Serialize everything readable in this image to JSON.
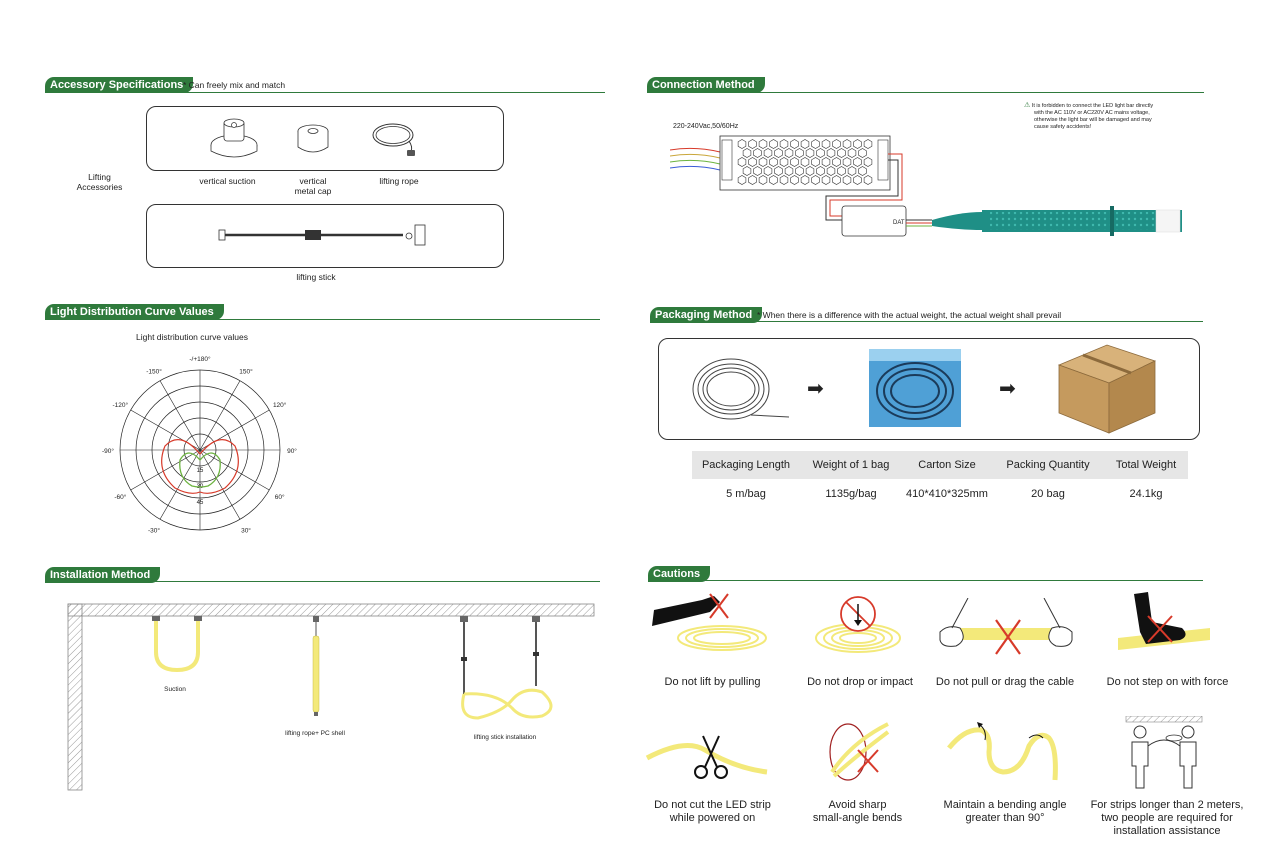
{
  "accessory": {
    "title": "Accessory Specifications",
    "note": "* Can freely mix and match",
    "group_label_line1": "Lifting",
    "group_label_line2": "Accessories",
    "item1": "vertical suction",
    "item2_line1": "vertical",
    "item2_line2": "metal cap",
    "item3": "lifting rope",
    "stick": "lifting stick"
  },
  "light": {
    "title": "Light Distribution Curve Values",
    "chart_title": "Light distribution curve values"
  },
  "chart_data": {
    "type": "polar",
    "title": "Light distribution curve values",
    "angle_labels": [
      "-/+180°",
      "150°",
      "120°",
      "90°",
      "60°",
      "30°",
      "-30°",
      "-60°",
      "-90°",
      "-120°",
      "-150°"
    ],
    "radial_labels": [
      "15",
      "30",
      "45"
    ],
    "series": [
      {
        "color": "#d73a2a",
        "shape": "lobed curve around lower hemisphere"
      },
      {
        "color": "#6cb33f",
        "shape": "small lobed curve near center"
      }
    ]
  },
  "installation": {
    "title": "Installation Method",
    "suction": "Suction",
    "rope": "lifting rope+ PC shell",
    "stick": "lifting stick installation"
  },
  "connection": {
    "title": "Connection Method",
    "warning_line1": "It is forbidden to connect the LED light bar directly",
    "warning_line2": "with the AC 110V or AC220V AC mains voltage,",
    "warning_line3": "otherwise the light bar will be damaged and may",
    "warning_line4": "cause safety accidents!",
    "input": "220-240Vac,50/60Hz",
    "dat": "DAT"
  },
  "packaging": {
    "title": "Packaging Method",
    "note": "* When there is a difference with the actual weight, the actual weight shall prevail",
    "headers": [
      "Packaging Length",
      "Weight of 1 bag",
      "Carton Size",
      "Packing Quantity",
      "Total Weight"
    ],
    "values": [
      "5 m/bag",
      "1135g/bag",
      "410*410*325mm",
      "20 bag",
      "24.1kg"
    ]
  },
  "cautions": {
    "title": "Cautions",
    "c1": "Do not lift by pulling",
    "c2": "Do not drop or impact",
    "c3": "Do not pull or drag the cable",
    "c4": "Do not step on with force",
    "c5_line1": "Do not cut the LED strip",
    "c5_line2": "while powered on",
    "c6_line1": "Avoid sharp",
    "c6_line2": "small-angle bends",
    "c7_line1": "Maintain a bending angle",
    "c7_line2": "greater than 90°",
    "c8_line1": "For strips longer than 2 meters,",
    "c8_line2": "two people are required for",
    "c8_line3": "installation assistance"
  },
  "colors": {
    "accent": "#2f7a3c",
    "strip": "#f3e97a",
    "teal": "#1f8f86",
    "red": "#d73a2a",
    "green": "#6cb33f"
  }
}
